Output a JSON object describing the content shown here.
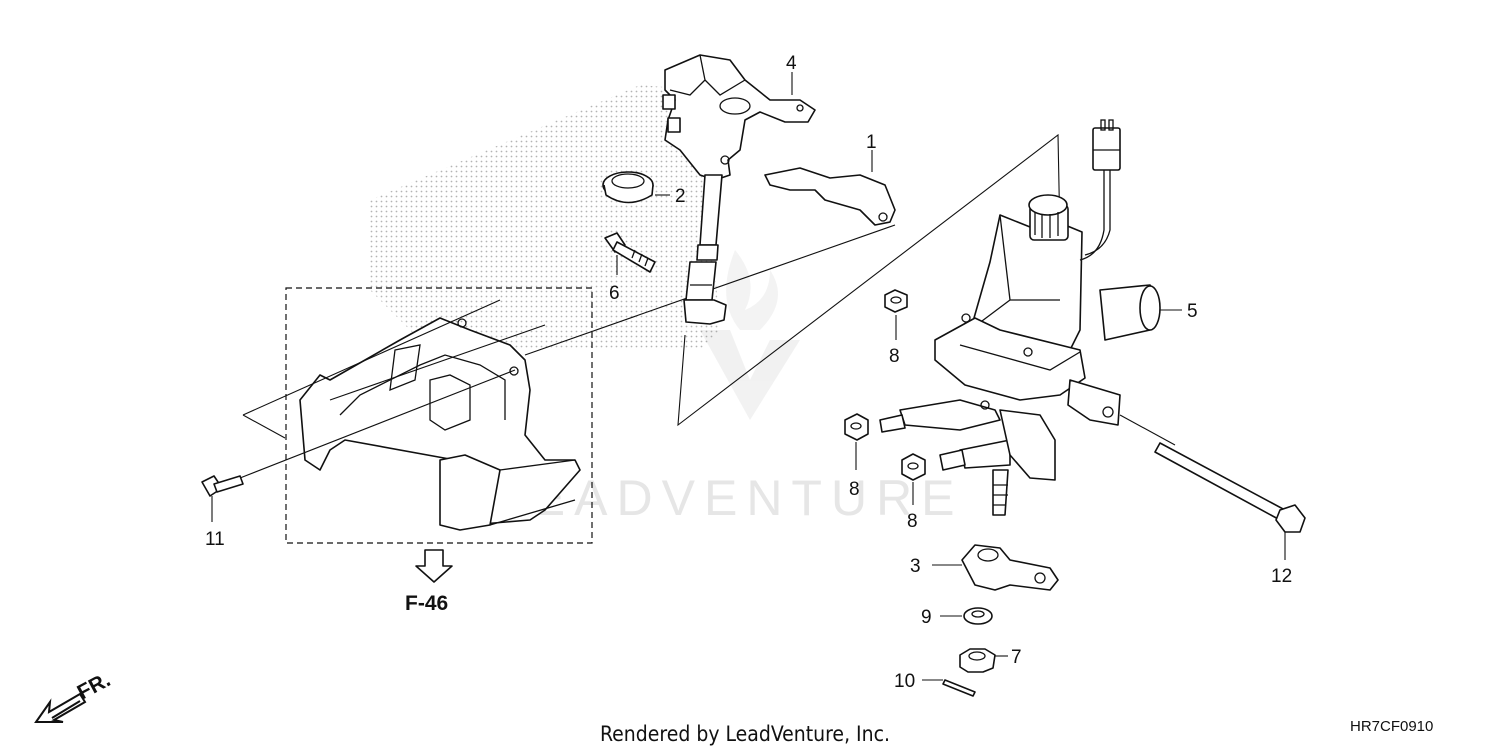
{
  "labels": {
    "p1": "1",
    "p2": "2",
    "p3": "3",
    "p4": "4",
    "p5": "5",
    "p6": "6",
    "p7": "7",
    "p8a": "8",
    "p8b": "8",
    "p8c": "8",
    "p9": "9",
    "p10": "10",
    "p11": "11",
    "p12": "12"
  },
  "reference": "F-46",
  "front_marker": "FR.",
  "watermark": "LEADVENTURE",
  "footer": "Rendered by LeadVenture, Inc.",
  "diagram_code": "HR7CF0910"
}
